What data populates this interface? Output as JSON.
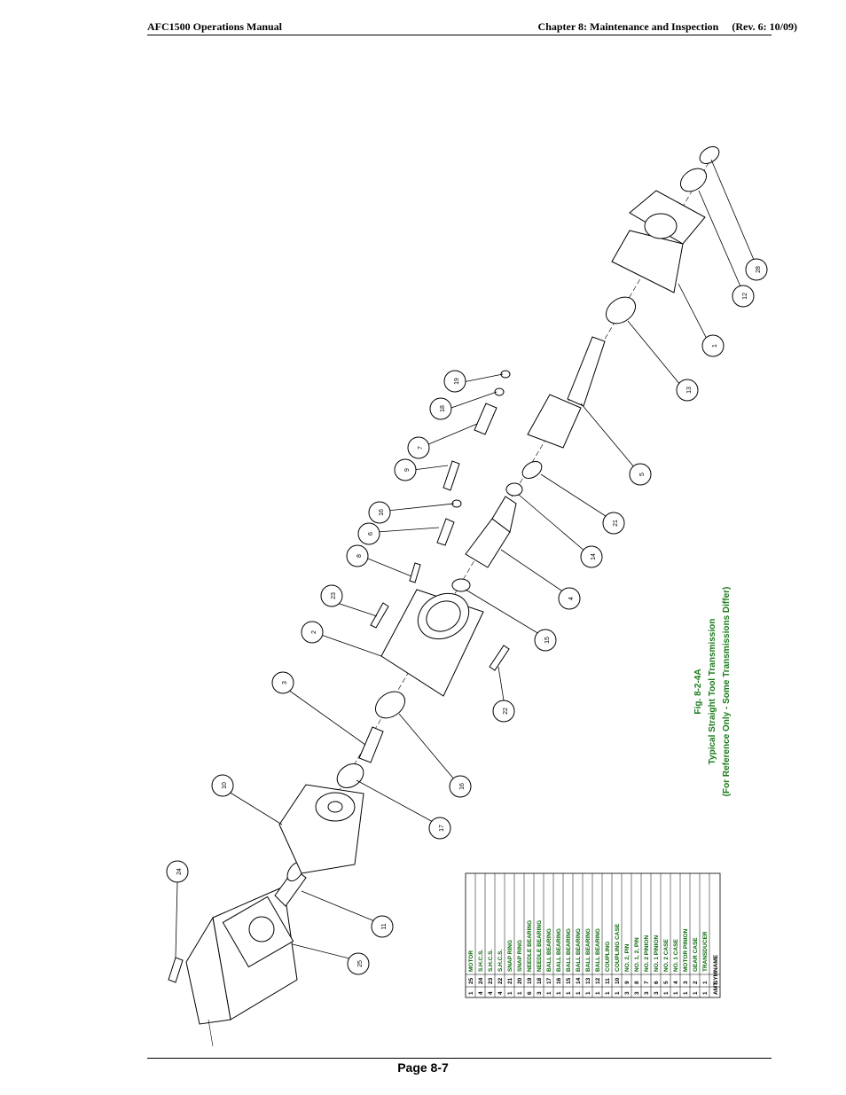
{
  "header": {
    "left": "AFC1500 Operations Manual",
    "right": "Chapter 8: Maintenance and Inspection     (Rev. 6: 10/09)"
  },
  "footer": {
    "page": "Page 8-7"
  },
  "figure": {
    "number": "Fig. 8-2-4A",
    "title": "Typical Straight Tool Transmission",
    "note": "(For Reference Only - Some Transmissions Differ)"
  },
  "callouts": [
    "28",
    "12",
    "1",
    "13",
    "19",
    "18",
    "7",
    "9",
    "5",
    "21",
    "16",
    "6",
    "8",
    "14",
    "4",
    "23",
    "2",
    "15",
    "3",
    "22",
    "10",
    "16",
    "17",
    "24",
    "11",
    "25"
  ],
  "parts_table": {
    "headers": [
      "AMT",
      "SYM",
      "NAME"
    ],
    "rows": [
      [
        "1",
        "25",
        "MOTOR"
      ],
      [
        "4",
        "24",
        "S.H.C.S."
      ],
      [
        "4",
        "23",
        "S.H.C.S."
      ],
      [
        "4",
        "22",
        "S.H.C.S."
      ],
      [
        "1",
        "21",
        "SNAP RING"
      ],
      [
        "1",
        "20",
        "SNAP RING"
      ],
      [
        "6",
        "19",
        "NEEDLE BEARING"
      ],
      [
        "3",
        "18",
        "NEEDLE BEARING"
      ],
      [
        "1",
        "17",
        "BALL BEARING"
      ],
      [
        "1",
        "16",
        "BALL BEARING"
      ],
      [
        "1",
        "15",
        "BALL BEARING"
      ],
      [
        "1",
        "14",
        "BALL BEARING"
      ],
      [
        "1",
        "13",
        "BALL BEARING"
      ],
      [
        "1",
        "12",
        "BALL BEARING"
      ],
      [
        "1",
        "11",
        "COUPLING"
      ],
      [
        "1",
        "10",
        "COUPLING CASE"
      ],
      [
        "3",
        "9",
        "NO. 2, PIN"
      ],
      [
        "3",
        "8",
        "NO. 1, 2, PIN"
      ],
      [
        "3",
        "7",
        "NO. 2 PINION"
      ],
      [
        "3",
        "6",
        "NO. 1 PINION"
      ],
      [
        "1",
        "5",
        "NO. 2 CASE"
      ],
      [
        "1",
        "4",
        "NO. 1 CASE"
      ],
      [
        "1",
        "3",
        "MOTOR PINION"
      ],
      [
        "1",
        "2",
        "GEAR CASE"
      ],
      [
        "1",
        "1",
        "TRANSDUCER"
      ]
    ]
  }
}
